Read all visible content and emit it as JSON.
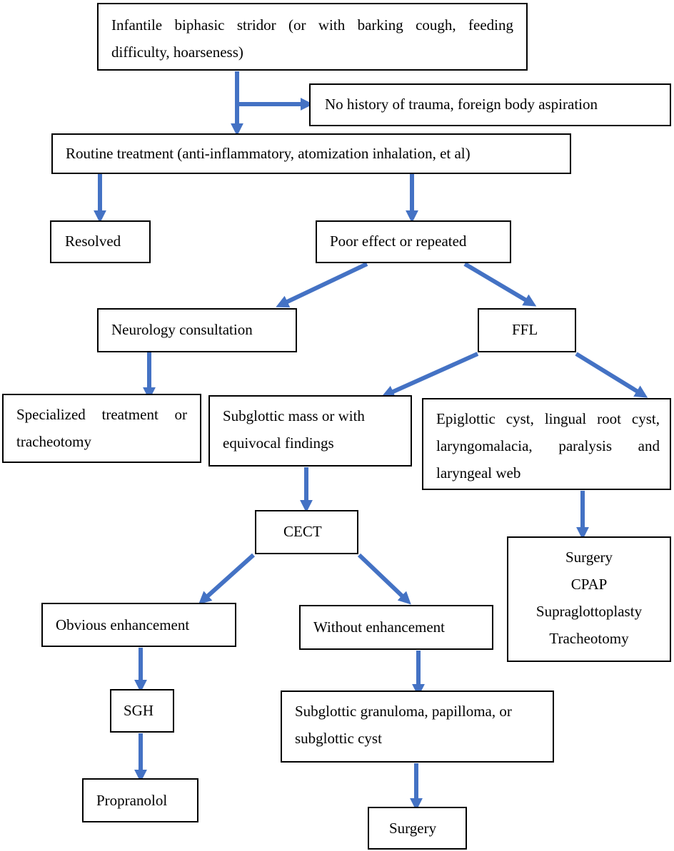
{
  "diagram": {
    "colors": {
      "arrow": "#4472C4",
      "border": "#000000",
      "text": "#000000",
      "background": "#ffffff"
    },
    "nodes": {
      "stridor": "Infantile biphasic stridor (or with barking cough, feeding difficulty, hoarseness)",
      "no_history": "No history of trauma, foreign body aspiration",
      "routine": "Routine treatment (anti-inflammatory, atomization inhalation, et al)",
      "resolved": "Resolved",
      "poor_effect": "Poor effect or repeated",
      "neurology": "Neurology consultation",
      "ffl": "FFL",
      "specialized": "Specialized treatment or tracheotomy",
      "subglottic_mass": "Subglottic mass or with equivocal findings",
      "epiglottic": "Epiglottic cyst, lingual root cyst, laryngomalacia, paralysis and laryngeal web",
      "cect": "CECT",
      "treatments": "Surgery\nCPAP\nSupraglottoplasty\nTracheotomy",
      "obvious": "Obvious enhancement",
      "without": "Without enhancement",
      "sgh": "SGH",
      "granuloma": "Subglottic granuloma, papilloma, or subglottic cyst",
      "propranolol": "Propranolol",
      "surgery": "Surgery"
    }
  }
}
